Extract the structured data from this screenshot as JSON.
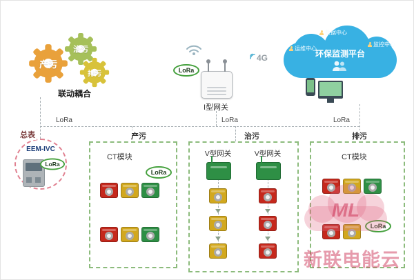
{
  "colors": {
    "gear_orange": "#e9a13b",
    "gear_green": "#a6c05a",
    "gear_yellow": "#d8c23a",
    "cloud_blue": "#38b1e3",
    "lora_green": "#44a03c",
    "box_dash_green": "#8cbb7c",
    "device_red": "#c5281c",
    "device_yellow": "#d2a81e",
    "device_green": "#2e8f45",
    "watermark_pink": "#e06e87"
  },
  "gears": {
    "gear_produce": "产污",
    "gear_treat": "治污",
    "gear_discharge": "排污",
    "caption": "联动耦合"
  },
  "gateway": {
    "lora_badge": "LoRa",
    "label": "I型网关",
    "network": "4G"
  },
  "cloud": {
    "title": "环保监测平台",
    "badge_top": "数据中心",
    "badge_left": "运维中心",
    "badge_right": "监控中心"
  },
  "bus": {
    "lora_left": "LoRa",
    "lora_center": "LoRa",
    "lora_right": "LoRa"
  },
  "meter": {
    "caption": "总表",
    "model": "EEM-IVC",
    "lora_badge": "LoRa"
  },
  "box_produce": {
    "title": "产污",
    "module": "CT模块",
    "lora_badge": "LoRa"
  },
  "box_treat": {
    "title": "治污",
    "gateway_left": "V型网关",
    "gateway_right": "V型网关"
  },
  "box_discharge": {
    "title": "排污",
    "module": "CT模块",
    "lora_badge": "LoRa"
  },
  "watermark": {
    "logo": "ML",
    "text": "新联电能云"
  }
}
